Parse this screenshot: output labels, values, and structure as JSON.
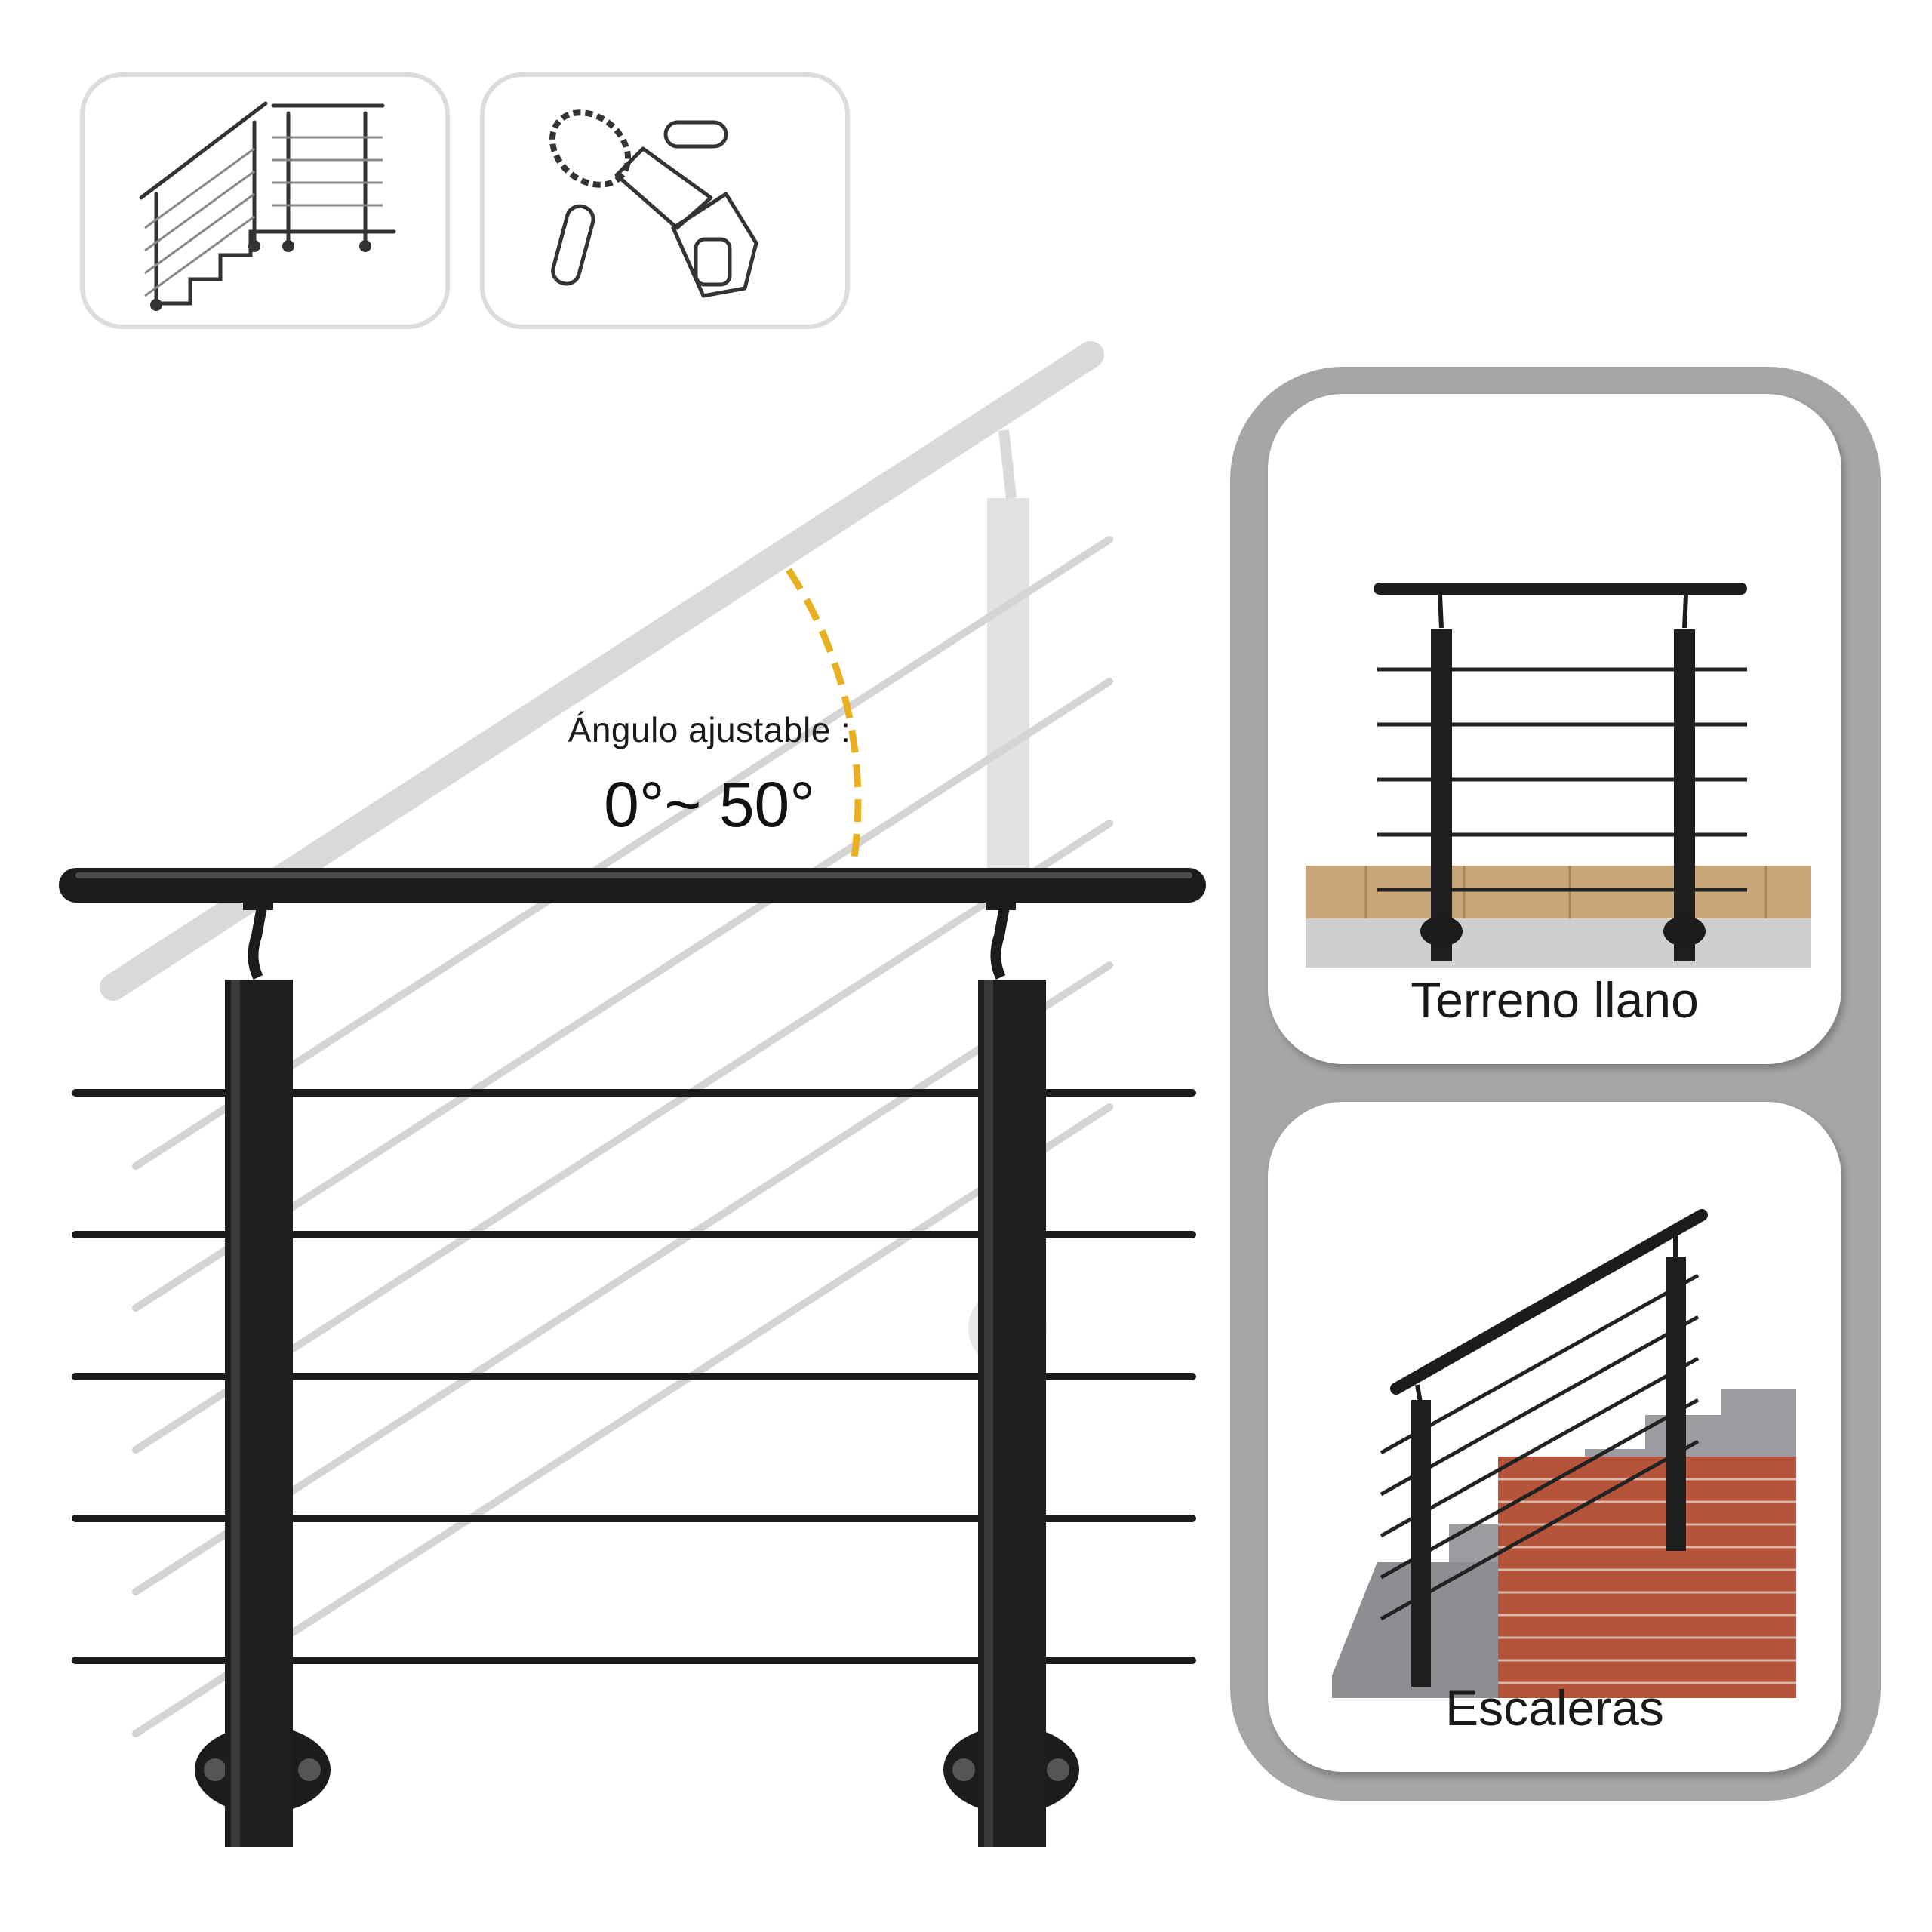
{
  "feature_icons": [
    {
      "name": "railing-stair-icon"
    },
    {
      "name": "chainsaw-cut-icon"
    }
  ],
  "angle": {
    "label": "Ángulo ajustable :",
    "value": "0°~ 50°",
    "accent_color": "#e8b021"
  },
  "cards": [
    {
      "label": "Terreno llano"
    },
    {
      "label": "Escaleras"
    }
  ],
  "colors": {
    "rail": "#1c1c1c",
    "ghost": "#d9d9d9",
    "panel": "#a6a6a6"
  }
}
